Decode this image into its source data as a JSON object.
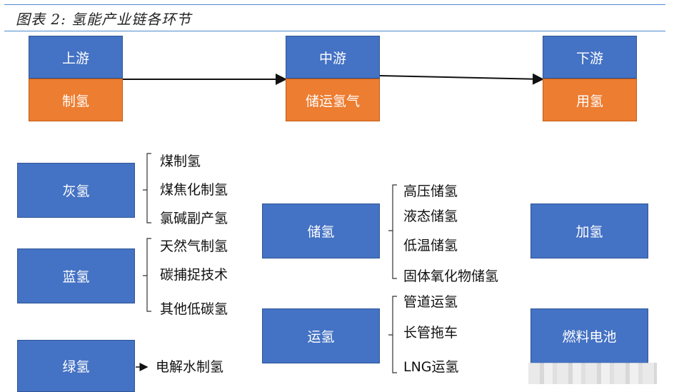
{
  "figure_title": "图表 2:  氢能产业链各环节",
  "stages": {
    "upstream": {
      "stage": "上游",
      "activity": "制氢"
    },
    "midstream": {
      "stage": "中游",
      "activity": "储运氢气"
    },
    "downstream": {
      "stage": "下游",
      "activity": "用氢"
    }
  },
  "production": {
    "grey": {
      "label": "灰氢",
      "methods": [
        "煤制氢",
        "煤焦化制氢",
        "氯碱副产氢"
      ]
    },
    "blue": {
      "label": "蓝氢",
      "methods": [
        "天然气制氢",
        "碳捕捉技术",
        "其他低碳氢"
      ]
    },
    "green": {
      "label": "绿氢",
      "methods": [
        "电解水制氢"
      ]
    }
  },
  "storage": {
    "label": "储氢",
    "methods": [
      "高压储氢",
      "液态储氢",
      "低温储氢",
      "固体氧化物储氢"
    ]
  },
  "transport": {
    "label": "运氢",
    "methods": [
      "管道运氢",
      "长管拖车",
      "LNG运氢"
    ]
  },
  "applications": {
    "refueling": "加氢",
    "fuel_cell": "燃料电池"
  },
  "colors": {
    "box_blue": "#4472c4",
    "box_orange": "#ed7d31",
    "rule": "#4f8bd1"
  }
}
